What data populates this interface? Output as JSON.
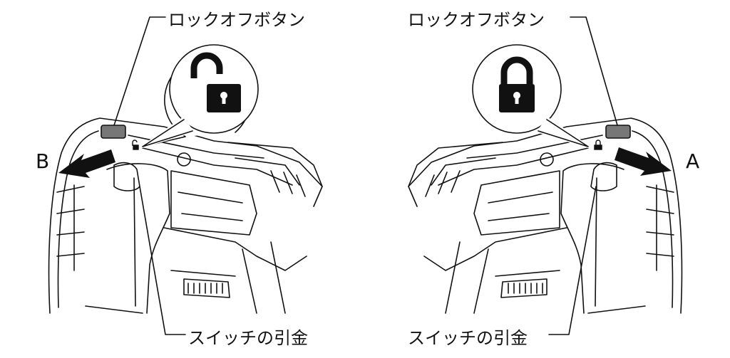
{
  "left": {
    "top_label": "ロックオフボタン",
    "bottom_label": "スイッチの引金",
    "direction_letter": "B",
    "lock_icon": "unlocked-padlock-icon"
  },
  "right": {
    "top_label": "ロックオフボタン",
    "bottom_label": "スイッチの引金",
    "direction_letter": "A",
    "lock_icon": "locked-padlock-icon"
  }
}
